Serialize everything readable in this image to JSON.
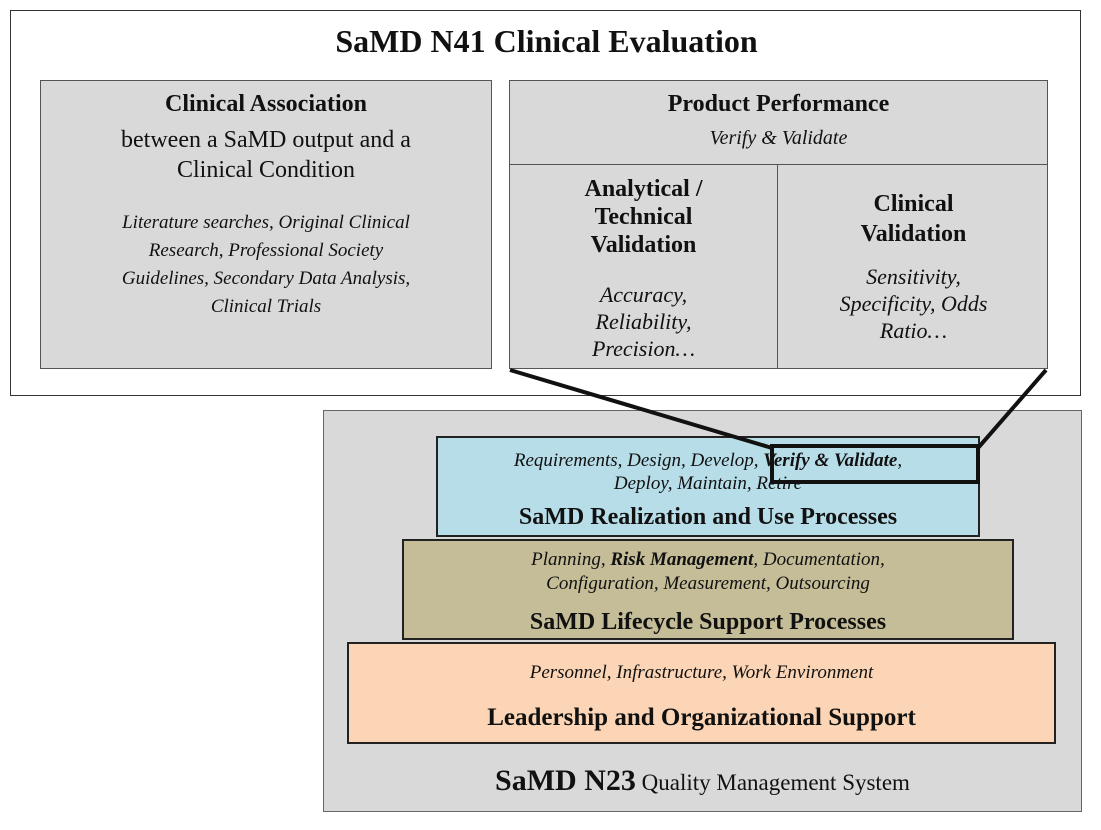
{
  "n41": {
    "title": "SaMD N41 Clinical Evaluation",
    "clinical_association": {
      "heading": "Clinical  Association",
      "line1": "between a SaMD output and a",
      "line2": "Clinical Condition",
      "methods": [
        "Literature searches, Original Clinical",
        "Research, Professional Society",
        "Guidelines, Secondary Data Analysis,",
        "Clinical Trials"
      ]
    },
    "product_performance": {
      "heading": "Product Performance",
      "subheading": "Verify & Validate",
      "analytical": {
        "heading": [
          "Analytical /",
          "Technical",
          "Validation"
        ],
        "items": [
          "Accuracy,",
          "Reliability,",
          "Precision…"
        ]
      },
      "clinical": {
        "heading": [
          "Clinical",
          "Validation"
        ],
        "items": [
          "Sensitivity,",
          "Specificity, Odds",
          "Ratio…"
        ]
      }
    }
  },
  "n23": {
    "realization": {
      "steps_before": "Requirements, Design, Develop, ",
      "steps_highlight": "Verify & Validate",
      "steps_after": ",",
      "steps_line2": "Deploy, Maintain, Retire",
      "title": "SaMD Realization and Use Processes",
      "color": "#b7dde8"
    },
    "lifecycle": {
      "line1_before": "Planning, ",
      "line1_highlight": "Risk Management",
      "line1_after": ", Documentation,",
      "line2": "Configuration, Measurement, Outsourcing",
      "title": "SaMD Lifecycle Support Processes",
      "color": "#c4bd97"
    },
    "leadership": {
      "items": "Personnel, Infrastructure, Work Environment",
      "title": "Leadership and Organizational Support",
      "color": "#fbd5b5"
    },
    "caption_bold": "SaMD N23",
    "caption_rest": " Quality Management System"
  }
}
